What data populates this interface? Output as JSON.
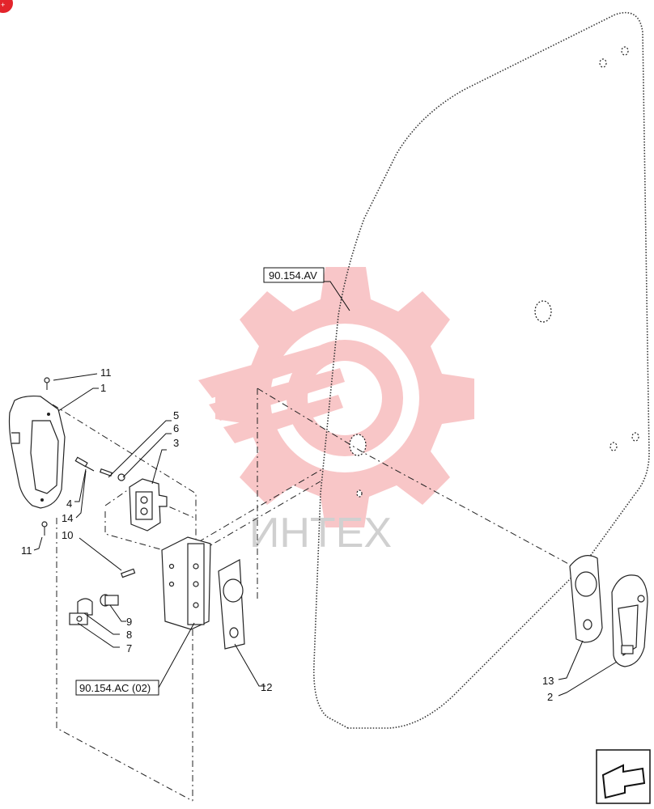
{
  "references": {
    "glass_ref": "90.154.AV",
    "bracket_ref": "90.154.AC (02)"
  },
  "callouts": {
    "c1": "1",
    "c2": "2",
    "c3": "3",
    "c4": "4",
    "c5": "5",
    "c6": "6",
    "c7": "7",
    "c8": "8",
    "c9": "9",
    "c10": "10",
    "c11_top": "11",
    "c11_bottom": "11",
    "c12": "12",
    "c13": "13",
    "c14": "14"
  },
  "watermark": {
    "text": "ИНТЕХ",
    "color": "#f4a6a8"
  },
  "nav": {
    "icon": "arrow-icon"
  },
  "badge": {
    "icon": "red-corner-badge-icon",
    "color": "#e3242b"
  }
}
